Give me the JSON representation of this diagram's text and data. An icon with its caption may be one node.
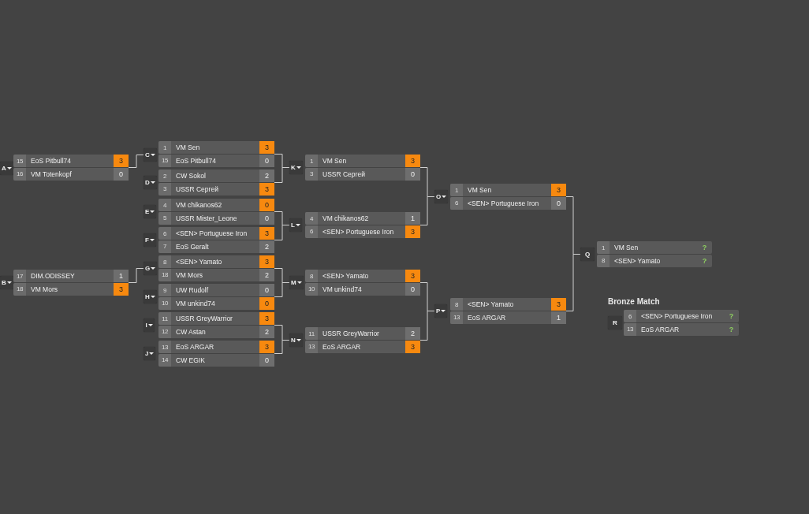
{
  "diagram": {
    "nodes": [
      {
        "text": [
          "A",
          "15",
          "EoS Pitbull74",
          "3",
          "16",
          "VM Totenkopf",
          "0"
        ]
      },
      {
        "text": [
          "B",
          "17",
          "DIM.ODISSEY",
          "1",
          "18",
          "VM Mors",
          "3"
        ]
      },
      {
        "text": [
          "C",
          "1",
          "VM Sen",
          "3",
          "15",
          "EoS Pitbull74",
          "0"
        ]
      },
      {
        "text": [
          "D",
          "2",
          "CW Sokol",
          "2",
          "3",
          "USSR Сергей",
          "3"
        ]
      },
      {
        "text": [
          "E",
          "4",
          "VM chikanos62",
          "0",
          "5",
          "USSR Mister_Leone",
          "0"
        ]
      },
      {
        "text": [
          "F",
          "6",
          "<SEN> Portuguese Iron",
          "3",
          "7",
          "EoS Geralt",
          "2"
        ]
      },
      {
        "text": [
          "G",
          "8",
          "<SEN> Yamato",
          "3",
          "18",
          "VM Mors",
          "2"
        ]
      },
      {
        "text": [
          "H",
          "9",
          "UW Rudolf",
          "0",
          "10",
          "VM unkind74",
          "0"
        ]
      },
      {
        "text": [
          "I",
          "11",
          "USSR GreyWarrior",
          "3",
          "12",
          "CW Astan",
          "2"
        ]
      },
      {
        "text": [
          "J",
          "13",
          "EoS ARGAR",
          "3",
          "14",
          "CW EGIK",
          "0"
        ]
      },
      {
        "text": [
          "K",
          "1",
          "VM Sen",
          "3",
          "3",
          "USSR Сергей",
          "0"
        ]
      },
      {
        "text": [
          "L",
          "4",
          "VM chikanos62",
          "1",
          "6",
          "<SEN> Portuguese Iron",
          "3"
        ]
      },
      {
        "text": [
          "M",
          "8",
          "<SEN> Yamato",
          "3",
          "10",
          "VM unkind74",
          "0"
        ]
      },
      {
        "text": [
          "N",
          "11",
          "USSR GreyWarrior",
          "2",
          "13",
          "EoS ARGAR",
          "3"
        ]
      },
      {
        "text": [
          "O",
          "1",
          "VM Sen",
          "3",
          "6",
          "<SEN> Portuguese Iron",
          "0"
        ]
      },
      {
        "text": [
          "P",
          "8",
          "<SEN> Yamato",
          "3",
          "13",
          "EoS ARGAR",
          "1"
        ]
      },
      {
        "text": [
          "Q",
          "1",
          "VM Sen",
          "?",
          "8",
          "<SEN> Yamato",
          "?"
        ]
      },
      {
        "text": [
          "R",
          "6",
          "<SEN> Portuguese Iron",
          "?",
          "13",
          "EoS ARGAR",
          "?"
        ],
        "beside": [
          "Bronze Match"
        ]
      }
    ],
    "edges": [
      {
        "from": 0,
        "to": 2,
        "arrow": "none"
      },
      {
        "from": 1,
        "to": 6,
        "arrow": "none"
      },
      {
        "from": 2,
        "to": 10,
        "arrow": "none"
      },
      {
        "from": 3,
        "to": 10,
        "arrow": "none"
      },
      {
        "from": 4,
        "to": 11,
        "arrow": "none"
      },
      {
        "from": 5,
        "to": 11,
        "arrow": "none"
      },
      {
        "from": 6,
        "to": 12,
        "arrow": "none"
      },
      {
        "from": 7,
        "to": 12,
        "arrow": "none"
      },
      {
        "from": 8,
        "to": 13,
        "arrow": "none"
      },
      {
        "from": 9,
        "to": 13,
        "arrow": "none"
      },
      {
        "from": 10,
        "to": 14,
        "arrow": "none"
      },
      {
        "from": 11,
        "to": 14,
        "arrow": "none"
      },
      {
        "from": 12,
        "to": 15,
        "arrow": "none"
      },
      {
        "from": 13,
        "to": 15,
        "arrow": "none"
      },
      {
        "from": 14,
        "to": 16,
        "arrow": "none"
      },
      {
        "from": 15,
        "to": 16,
        "arrow": "none"
      }
    ]
  }
}
